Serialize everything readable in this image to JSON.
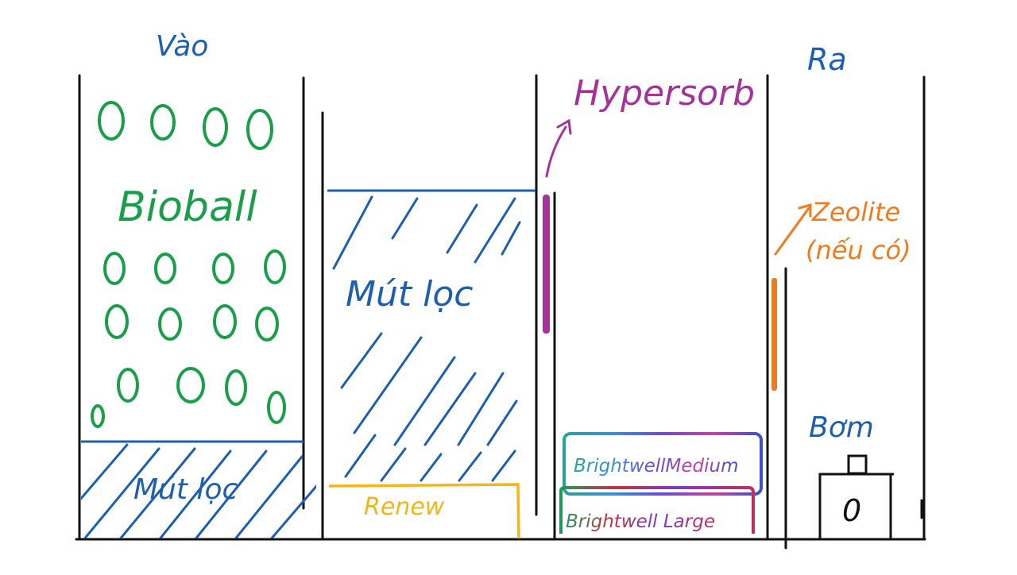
{
  "labels": {
    "inlet": "Vào",
    "outlet": "Ra",
    "bioball": "Bioball",
    "sponge_1": "Mút lọc",
    "sponge_2": "Mút lọc",
    "renew": "Renew",
    "hypersorb": "Hypersorb",
    "zeolite_line1": "Zeolite",
    "zeolite_line2": "(nếu có)",
    "brightwell_medium": "BrightwellMedium",
    "brightwell_large": "Brightwell Large",
    "pump": "Bơm",
    "pump_symbol": "0"
  },
  "colors": {
    "ink": "#111111",
    "green": "#1a9e4a",
    "blue": "#1d5fad",
    "purple": "#a4329a",
    "orange": "#f07a1e",
    "yellow": "#f3b51c"
  }
}
